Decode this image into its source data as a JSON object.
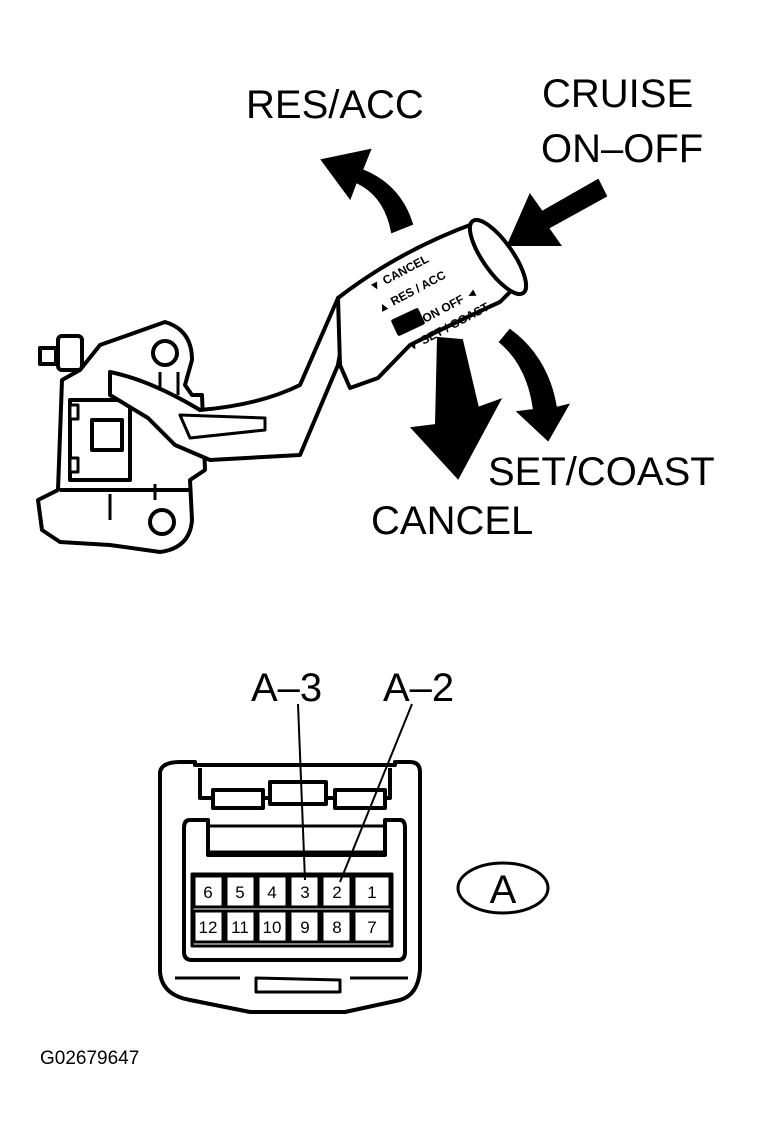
{
  "labels": {
    "res_acc": "RES/ACC",
    "cruise_line1": "CRUISE",
    "cruise_line2": "ON–OFF",
    "set_coast": "SET/COAST",
    "cancel": "CANCEL"
  },
  "lever_markings": {
    "cancel": "▼ CANCEL",
    "res_acc": "▲ RES / ACC",
    "on_off": "ON OFF ◄",
    "set_coast": "▼ SET / COAST"
  },
  "connector": {
    "pointer_a3": "A–3",
    "pointer_a2": "A–2",
    "id_label": "A",
    "top_row": [
      "6",
      "5",
      "4",
      "3",
      "2",
      "1"
    ],
    "bottom_row": [
      "12",
      "11",
      "10",
      "9",
      "8",
      "7"
    ]
  },
  "figure_code": "G02679647"
}
